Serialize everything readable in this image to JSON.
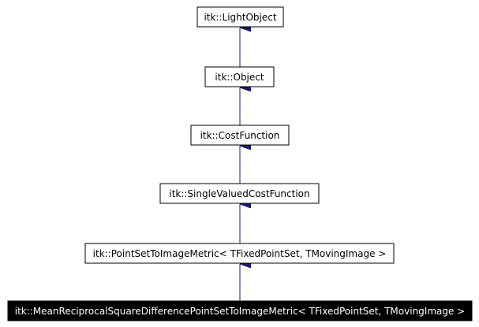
{
  "diagram": {
    "type": "inheritance",
    "colors": {
      "edge": "#191970",
      "node_border": "#000000",
      "node_fill": "#ffffff",
      "highlight_fill": "#000000",
      "highlight_text": "#ffffff"
    },
    "nodes": [
      {
        "id": "light-object",
        "label": "itk::LightObject"
      },
      {
        "id": "object",
        "label": "itk::Object"
      },
      {
        "id": "cost-function",
        "label": "itk::CostFunction"
      },
      {
        "id": "single-valued-cost-function",
        "label": "itk::SingleValuedCostFunction"
      },
      {
        "id": "point-set-to-image-metric",
        "label": "itk::PointSetToImageMetric< TFixedPointSet, TMovingImage >"
      },
      {
        "id": "mean-reciprocal-square-difference-metric",
        "label": "itk::MeanReciprocalSquareDifferencePointSetToImageMetric< TFixedPointSet, TMovingImage >",
        "highlighted": true
      }
    ],
    "edges": [
      {
        "from": "object",
        "to": "light-object"
      },
      {
        "from": "cost-function",
        "to": "object"
      },
      {
        "from": "single-valued-cost-function",
        "to": "cost-function"
      },
      {
        "from": "point-set-to-image-metric",
        "to": "single-valued-cost-function"
      },
      {
        "from": "mean-reciprocal-square-difference-metric",
        "to": "point-set-to-image-metric"
      }
    ]
  }
}
